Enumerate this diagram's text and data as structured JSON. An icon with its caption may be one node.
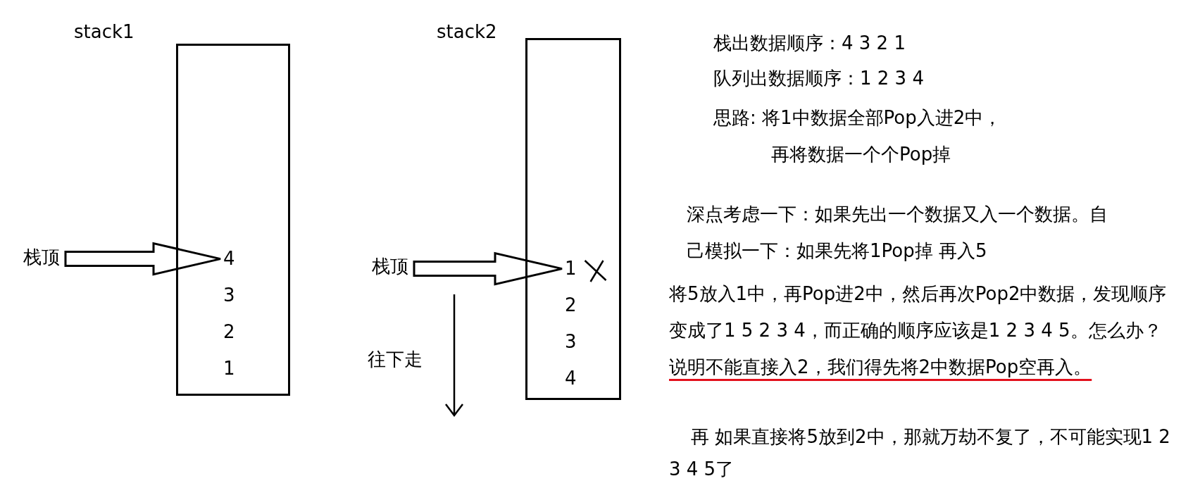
{
  "diagram": {
    "nodes": [
      {
        "text": [
          "stack1"
        ]
      },
      {
        "text": [
          "栈顶"
        ]
      },
      {
        "text": [
          "4"
        ],
        "in": 0
      },
      {
        "text": [
          "3"
        ],
        "in": 0
      },
      {
        "text": [
          "2"
        ],
        "in": 0
      },
      {
        "text": [
          "1"
        ],
        "in": 0
      },
      {
        "text": [
          "stack2"
        ]
      },
      {
        "text": [
          "栈顶"
        ]
      },
      {
        "text": [
          "1"
        ],
        "in": 6
      },
      {
        "text": [
          "2"
        ],
        "in": 6
      },
      {
        "text": [
          "3"
        ],
        "in": 6
      },
      {
        "text": [
          "4"
        ],
        "in": 6
      }
    ],
    "edges": [
      {
        "from": 1,
        "to": 2,
        "arrow": "to",
        "style": "thick"
      },
      {
        "from": 7,
        "to": 8,
        "arrow": "to",
        "style": "thick"
      }
    ],
    "labels": [
      "往下走",
      "栈出数据顺序：4 3 2 1",
      "队列出数据顺序：1 2 3 4",
      "思路: 将1中数据全部Pop入进2中，再将数据一个个Pop掉",
      "深点考虑一下：如果先出一个数据又入一个数据。自己模拟一下：如果先将1Pop掉 再入5",
      "将5放入1中，再Pop进2中，然后再次Pop2中数据，发现顺序变成了1 5 2 3 4，而正确的顺序应该是1 2 3 4 5。怎么办？",
      "说明不能直接入2，我们得先将2中数据Pop空再入。",
      "再 如果直接将5放到2中，那就万劫不复了，不可能实现1 2 3 4 5了"
    ]
  }
}
